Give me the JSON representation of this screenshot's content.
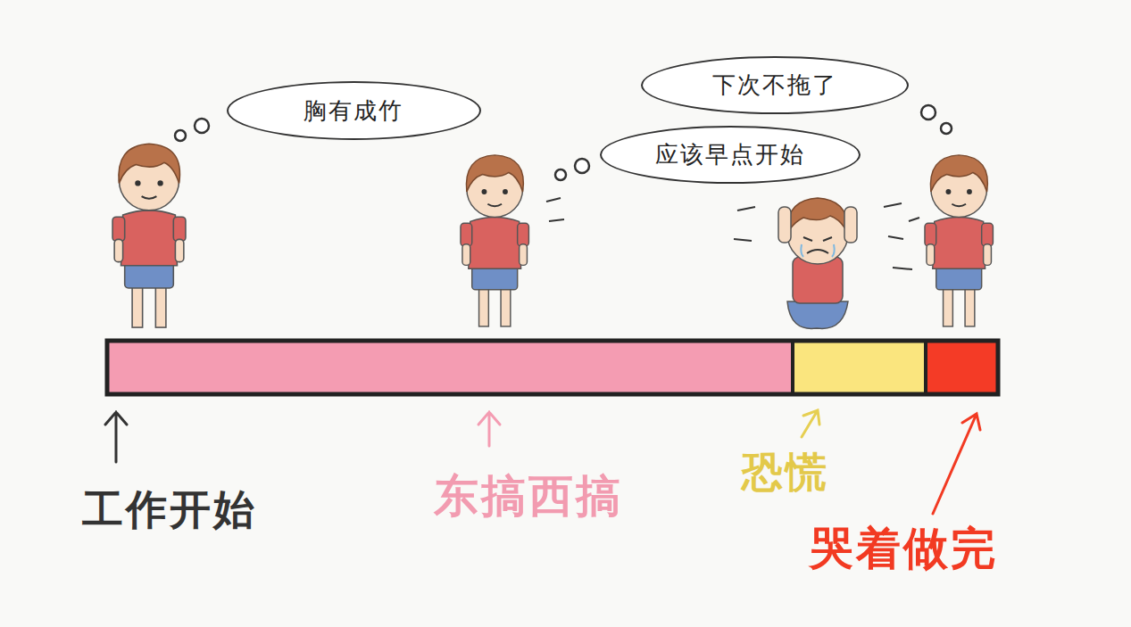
{
  "diagram": {
    "nodes": [
      {
        "text": [
          "胸有成竹"
        ]
      },
      {
        "text": [
          "应该早点开始"
        ]
      },
      {
        "text": [
          "下次不拖了"
        ]
      }
    ],
    "labels": [
      "工作开始",
      "东搞西搞",
      "恐慌",
      "哭着做完"
    ]
  }
}
